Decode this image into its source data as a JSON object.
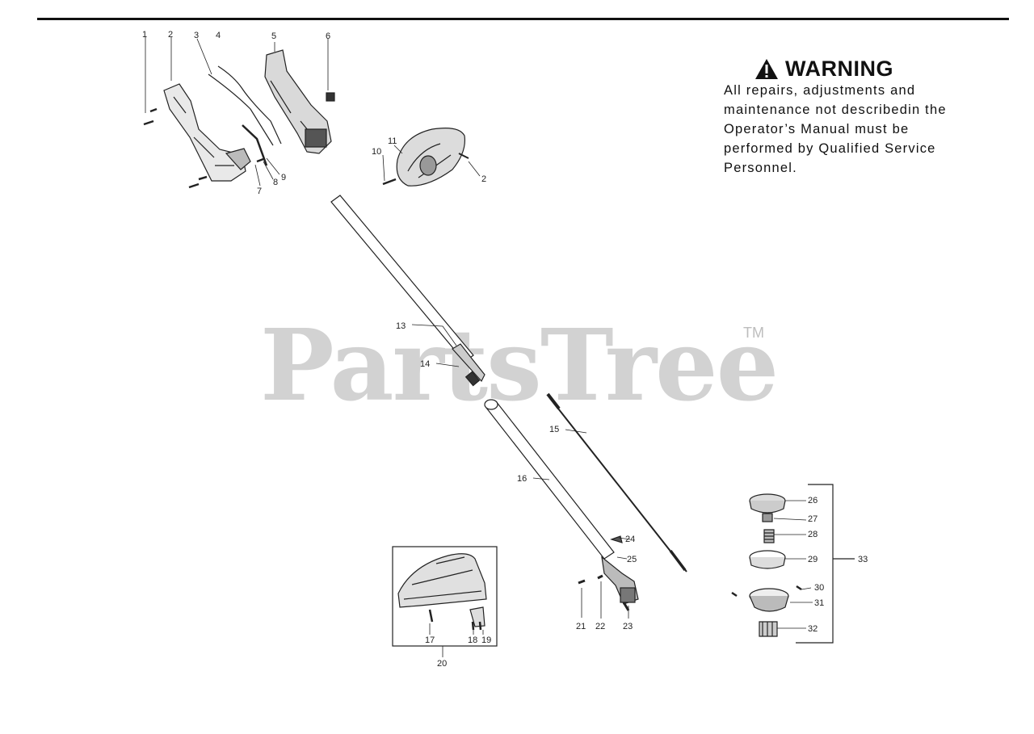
{
  "warning": {
    "title": "WARNING",
    "text": "All repairs, adjustments and maintenance not describedin the Operator’s Manual must be performed by Qualified Service Personnel."
  },
  "watermark": {
    "brand": "PartsTree",
    "tm": "TM"
  },
  "callouts": [
    {
      "id": "c1",
      "text": "1"
    },
    {
      "id": "c2a",
      "text": "2"
    },
    {
      "id": "c3",
      "text": "3"
    },
    {
      "id": "c4",
      "text": "4"
    },
    {
      "id": "c5",
      "text": "5"
    },
    {
      "id": "c6",
      "text": "6"
    },
    {
      "id": "c7",
      "text": "7"
    },
    {
      "id": "c8",
      "text": "8"
    },
    {
      "id": "c9",
      "text": "9"
    },
    {
      "id": "c10",
      "text": "10"
    },
    {
      "id": "c11",
      "text": "11"
    },
    {
      "id": "c2b",
      "text": "2"
    },
    {
      "id": "c13",
      "text": "13"
    },
    {
      "id": "c14",
      "text": "14"
    },
    {
      "id": "c15",
      "text": "15"
    },
    {
      "id": "c16",
      "text": "16"
    },
    {
      "id": "c17",
      "text": "17"
    },
    {
      "id": "c18",
      "text": "18"
    },
    {
      "id": "c19",
      "text": "19"
    },
    {
      "id": "c20",
      "text": "20"
    },
    {
      "id": "c21",
      "text": "21"
    },
    {
      "id": "c22",
      "text": "22"
    },
    {
      "id": "c23a",
      "text": "23"
    },
    {
      "id": "c24",
      "text": "24"
    },
    {
      "id": "c25",
      "text": "25"
    },
    {
      "id": "c26",
      "text": "26"
    },
    {
      "id": "c27",
      "text": "27"
    },
    {
      "id": "c28",
      "text": "28"
    },
    {
      "id": "c29",
      "text": "29"
    },
    {
      "id": "c30",
      "text": "30"
    },
    {
      "id": "c31",
      "text": "31"
    },
    {
      "id": "c32",
      "text": "32"
    },
    {
      "id": "c33",
      "text": "33"
    }
  ]
}
